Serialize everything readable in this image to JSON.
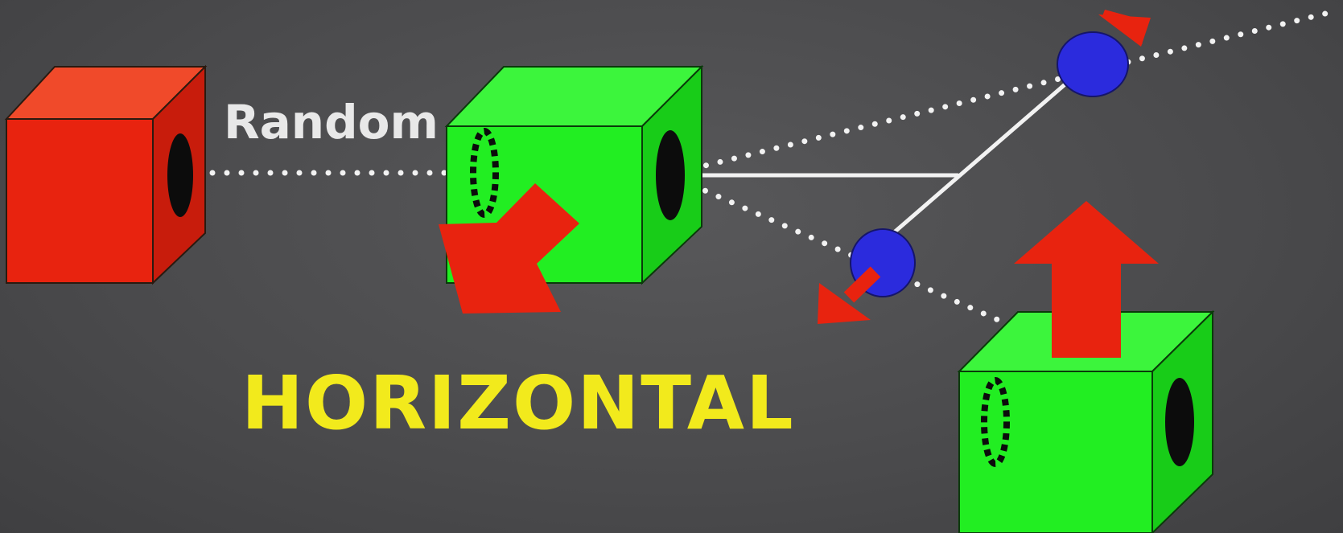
{
  "labels": {
    "random": "Random",
    "horizontal": "HORIZONTAL"
  },
  "colors": {
    "background": "#4b4b4d",
    "red_cube_front": "#e8230f",
    "red_cube_top": "#f04a2a",
    "red_cube_side": "#c81c0c",
    "green_cube_front": "#22ee22",
    "green_cube_top": "#3cf53c",
    "green_cube_side": "#18cc18",
    "arrow": "#e8230f",
    "photon": "#2b2bdd",
    "beam": "#f2f2f2",
    "label_random": "#e8e8e8",
    "label_horizontal": "#f2ea1c"
  },
  "objects": {
    "source_cube": "red-cube",
    "first_filter": "green-cube",
    "second_filter": "green-cube",
    "photons": 2
  }
}
